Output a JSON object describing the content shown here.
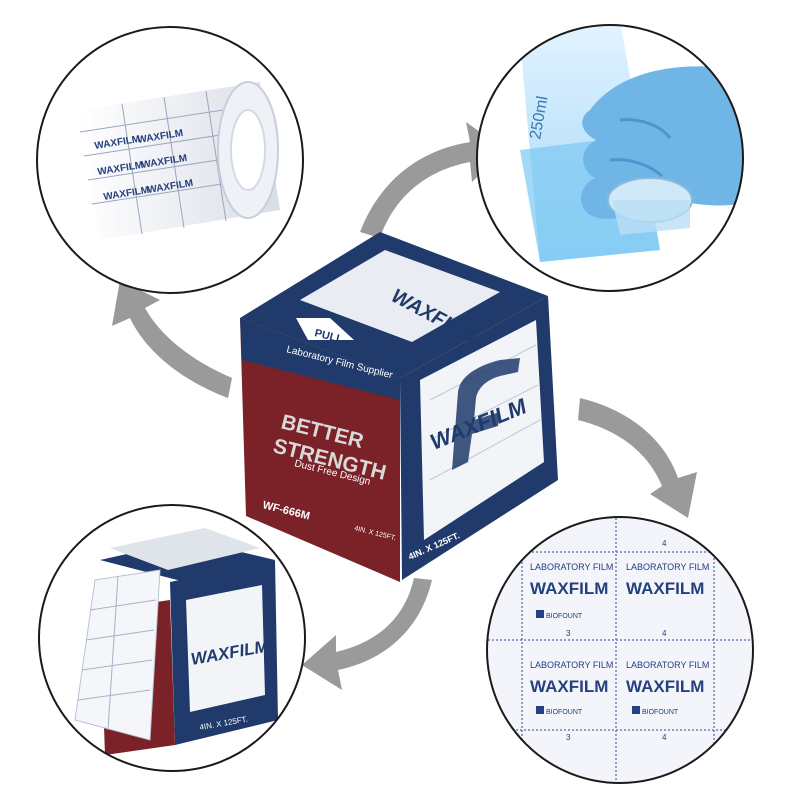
{
  "box": {
    "pull_label": "PULL",
    "supplier": "Laboratory Film Supplier",
    "headline_1": "BETTER",
    "headline_2": "STRENGTH",
    "tagline": "Dust Free Design",
    "model": "WF-666M",
    "size_small": "4IN. X 125FT.",
    "size_side": "4IN. X 125FT.",
    "brand": "WAXFILM",
    "top_brand": "WAXFILM"
  },
  "closeup": {
    "row1_label": "LABORATORY FILM",
    "row1_brand": "WAXFILM",
    "row2_label": "LABORATORY FILM",
    "row2_brand": "WAXFILM",
    "maker": "BIOFOUNT",
    "num_3": "3",
    "num_4": "4"
  },
  "roll": {
    "brand": "WAXFILM"
  },
  "beaker": {
    "text": "250ml"
  },
  "small_box": {
    "brand": "WAXFILM",
    "size": "4IN. X 125FT."
  },
  "colors": {
    "navy": "#1f3a6b",
    "maroon": "#7b2128",
    "arrow": "#9a9a9a",
    "glove": "#6fb6e6",
    "print_blue": "#24407e"
  }
}
